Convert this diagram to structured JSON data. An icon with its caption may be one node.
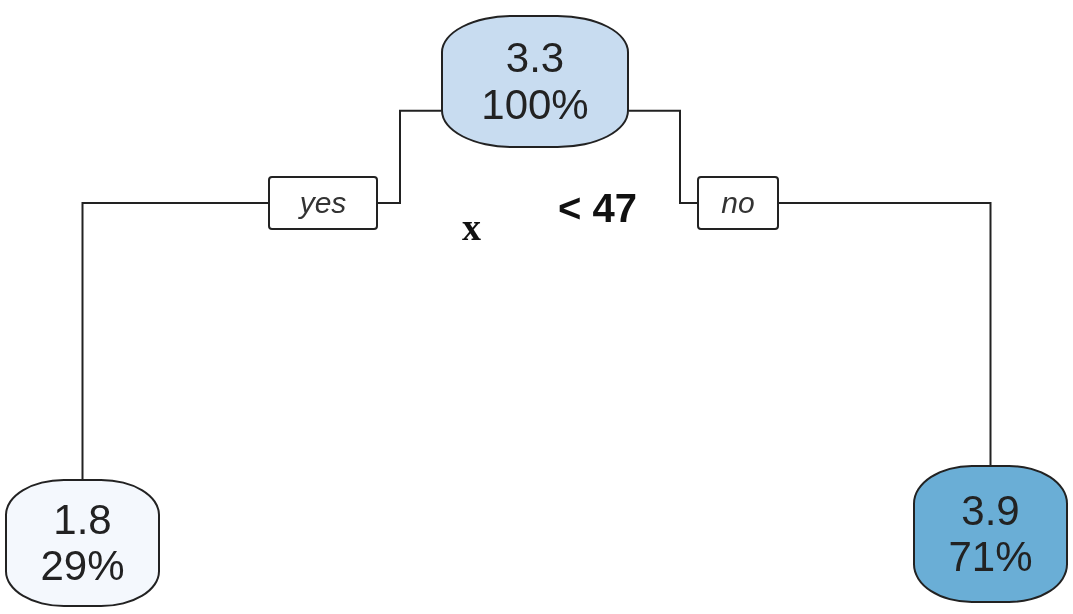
{
  "diagram": {
    "nodes": [
      {
        "text": [
          "3.3",
          "100%"
        ]
      },
      {
        "text": [
          "1.8",
          "29%"
        ]
      },
      {
        "text": [
          "3.9",
          "71%"
        ]
      }
    ],
    "edges": [
      {
        "from": 0,
        "to": 1,
        "arrow": "none",
        "label": "yes"
      },
      {
        "from": 0,
        "to": 2,
        "arrow": "none",
        "label": "no"
      }
    ],
    "labels": [
      "x",
      "< 47"
    ]
  }
}
